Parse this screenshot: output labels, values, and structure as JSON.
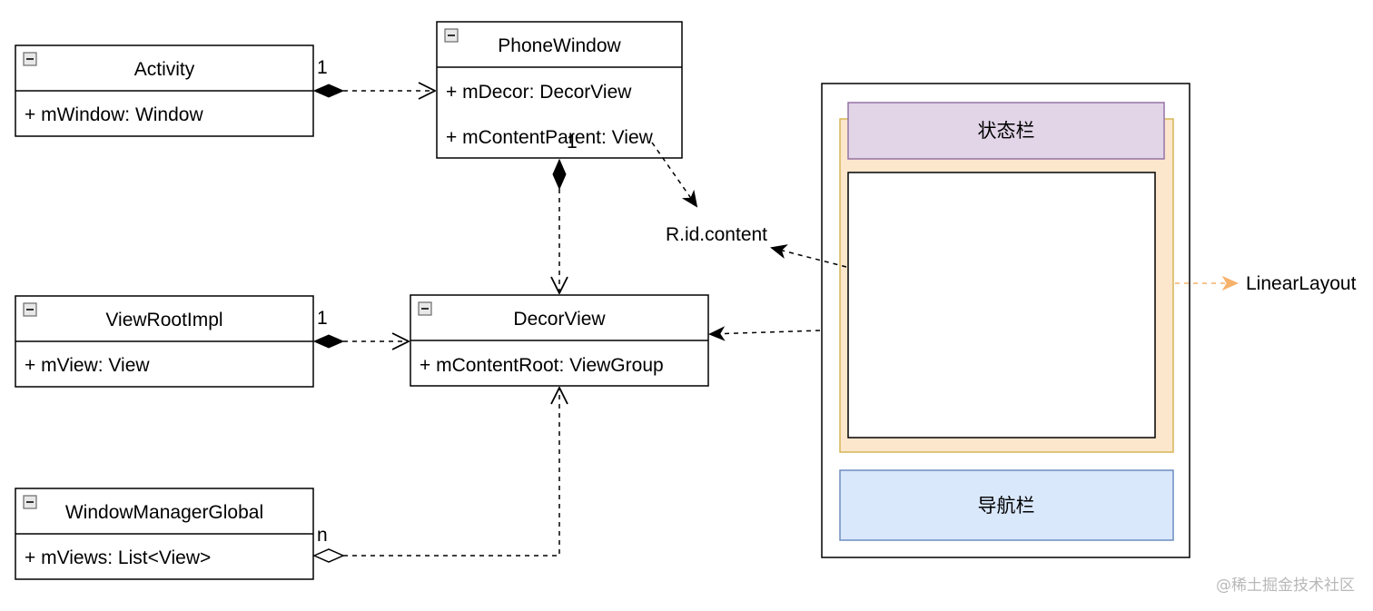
{
  "classes": {
    "activity": {
      "title": "Activity",
      "attrs": [
        "+ mWindow: Window"
      ]
    },
    "phone_window": {
      "title": "PhoneWindow",
      "attrs": [
        "+ mDecor: DecorView",
        "+ mContentParent: View"
      ]
    },
    "view_root_impl": {
      "title": "ViewRootImpl",
      "attrs": [
        "+ mView: View"
      ]
    },
    "decor_view": {
      "title": "DecorView",
      "attrs": [
        "+ mContentRoot: ViewGroup"
      ]
    },
    "window_manager_global": {
      "title": "WindowManagerGlobal",
      "attrs": [
        "+ mViews: List<View>"
      ]
    }
  },
  "multiplicities": {
    "activity_phonewindow": "1",
    "phonewindow_decorview": "1",
    "viewrootimpl_decorview": "1",
    "windowmanagerglobal_decorview": "n"
  },
  "labels": {
    "content_id": "R.id.content",
    "linear_layout": "LinearLayout",
    "status_bar": "状态栏",
    "nav_bar": "导航栏"
  },
  "colors": {
    "status_bar_fill": "#e1d5e7",
    "status_bar_stroke": "#9673a6",
    "linear_fill": "#fce6cc",
    "linear_stroke": "#d6b656",
    "nav_fill": "#dae8fc",
    "nav_stroke": "#6c8ebf",
    "linear_arrow": "#f6b26b"
  },
  "watermark": "@稀土掘金技术社区"
}
